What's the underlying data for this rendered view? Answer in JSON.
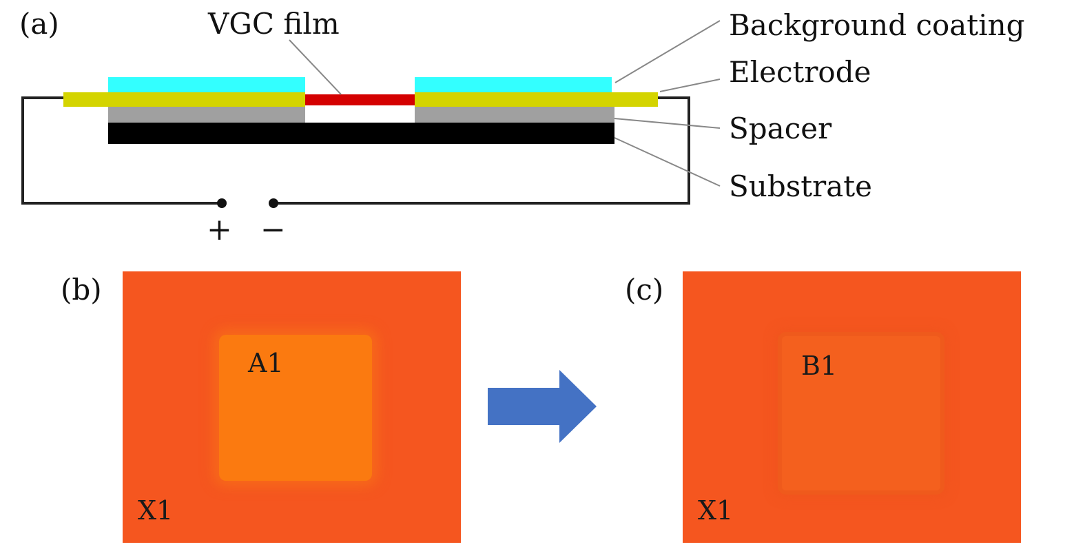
{
  "panel_a": {
    "label": "(a)",
    "callouts": {
      "vgc_film": "VGC film",
      "background_coating": "Background coating",
      "electrode": "Electrode",
      "spacer": "Spacer",
      "substrate": "Substrate"
    },
    "terminals": {
      "positive": "+",
      "negative": "−"
    },
    "colors": {
      "background_coating": "#33ffff",
      "electrode": "#d4d400",
      "vgc_film": "#d40000",
      "spacer": "#a0a0a0",
      "substrate": "#000000"
    }
  },
  "panel_b": {
    "label": "(b)",
    "sample": "A1",
    "corner": "X1",
    "color": "#f5561f",
    "square_color": "#fb7a10"
  },
  "panel_c": {
    "label": "(c)",
    "sample": "B1",
    "corner": "X1",
    "color": "#f5561f",
    "square_color": "#f4601e"
  },
  "arrow": {
    "icon": "right-arrow-icon",
    "color": "#4472c4"
  }
}
